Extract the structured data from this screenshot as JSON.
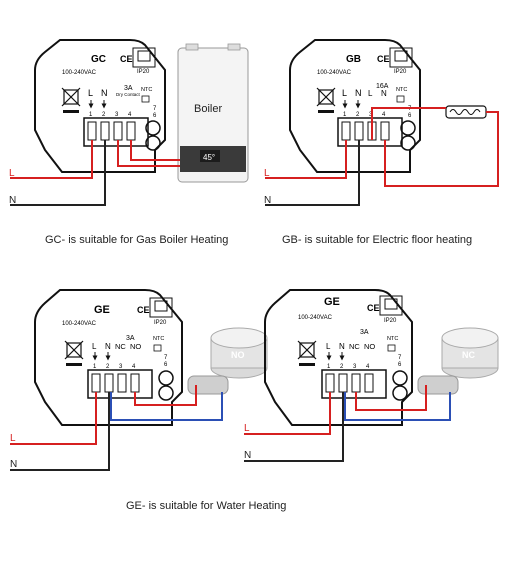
{
  "colors": {
    "live": "#d62020",
    "neutral": "#222222",
    "valve_wire": "#2b4fb5",
    "stroke": "#111111"
  },
  "diagrams": {
    "gc": {
      "model": "GC",
      "voltage": "100-240VAC",
      "ce": "CE",
      "ip": "IP20",
      "terminals": [
        "L",
        "N",
        "1",
        "2",
        "3",
        "4"
      ],
      "rating": "3A",
      "dry": "Dry Contact",
      "ntc": "NTC",
      "t7": "7",
      "t6": "6",
      "boiler_label": "Boiler",
      "boiler_display": "45°",
      "live": "L",
      "neutral": "N"
    },
    "gb": {
      "model": "GB",
      "voltage": "100-240VAC",
      "ce": "CE",
      "ip": "IP20",
      "terminals": [
        "L",
        "N",
        "L",
        "N",
        "1",
        "2",
        "3",
        "4"
      ],
      "rating": "16A",
      "ntc": "NTC",
      "t7": "7",
      "t6": "6",
      "live": "L",
      "neutral": "N"
    },
    "ge_no": {
      "model": "GE",
      "voltage": "100-240VAC",
      "ce": "CE",
      "ip": "IP20",
      "terminals": [
        "L",
        "N",
        "NC",
        "NO",
        "1",
        "2",
        "3",
        "4"
      ],
      "rating": "3A",
      "ntc": "NTC",
      "t7": "7",
      "t6": "6",
      "valve_label": "NO",
      "live": "L",
      "neutral": "N"
    },
    "ge_nc": {
      "model": "GE",
      "voltage": "100-240VAC",
      "ce": "CE",
      "ip": "IP20",
      "terminals": [
        "L",
        "N",
        "NC",
        "NO",
        "1",
        "2",
        "3",
        "4"
      ],
      "rating": "3A",
      "ntc": "NTC",
      "t7": "7",
      "t6": "6",
      "valve_label": "NC",
      "live": "L",
      "neutral": "N"
    }
  },
  "captions": {
    "gc": "GC- is suitable for Gas Boiler Heating",
    "gb": "GB- is suitable for Electric floor heating",
    "ge": "GE- is suitable for Water Heating"
  }
}
